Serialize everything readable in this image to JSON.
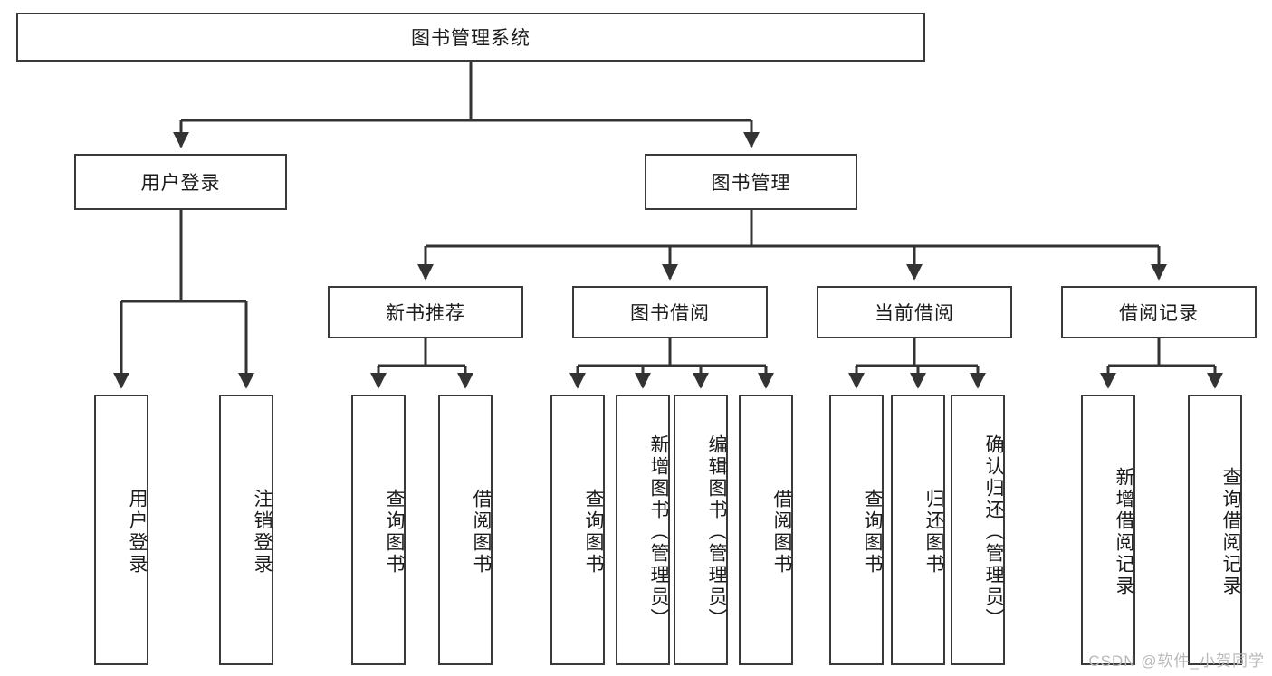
{
  "diagram": {
    "type": "tree",
    "title": "图书管理系统",
    "root": {
      "label": "图书管理系统"
    },
    "level2": [
      {
        "label": "用户登录"
      },
      {
        "label": "图书管理"
      }
    ],
    "level3": [
      {
        "label": "新书推荐"
      },
      {
        "label": "图书借阅"
      },
      {
        "label": "当前借阅"
      },
      {
        "label": "借阅记录"
      }
    ],
    "leaves": {
      "user_login": [
        {
          "label": "用户登录"
        },
        {
          "label": "注销登录"
        }
      ],
      "new_book_recommend": [
        {
          "label": "查询图书"
        },
        {
          "label": "借阅图书"
        }
      ],
      "book_borrow": [
        {
          "label": "查询图书"
        },
        {
          "label": "新增图书（管理员）"
        },
        {
          "label": "编辑图书（管理员）"
        },
        {
          "label": "借阅图书"
        }
      ],
      "current_borrow": [
        {
          "label": "查询图书"
        },
        {
          "label": "归还图书"
        },
        {
          "label": "确认归还（管理员）"
        }
      ],
      "borrow_record": [
        {
          "label": "新增借阅记录"
        },
        {
          "label": "查询借阅记录"
        }
      ]
    }
  },
  "watermark": {
    "text": "CSDN @软件_小贺同学"
  },
  "colors": {
    "box_border": "#3a3a3a",
    "connector": "#333333",
    "background": "#ffffff",
    "text": "#1b1b1b",
    "watermark": "#b9b9b9"
  }
}
